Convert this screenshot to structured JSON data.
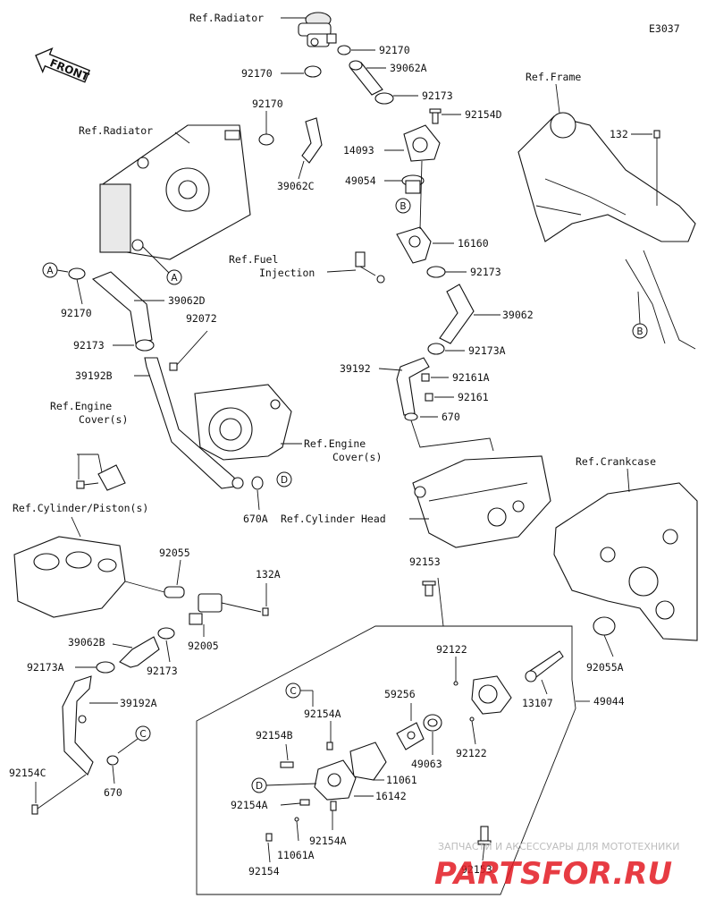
{
  "diagram_code": "E3037",
  "front_label": "FRONT",
  "labels": {
    "ref_radiator_top": "Ref.Radiator",
    "ref_radiator_left": "Ref.Radiator",
    "ref_frame": "Ref.Frame",
    "ref_fuel_injection_1": "Ref.Fuel",
    "ref_fuel_injection_2": "Injection",
    "ref_engine_cover_left_1": "Ref.Engine",
    "ref_engine_cover_left_2": "Cover(s)",
    "ref_engine_cover_right_1": "Ref.Engine",
    "ref_engine_cover_right_2": "Cover(s)",
    "ref_cylinder_piston": "Ref.Cylinder/Piston(s)",
    "ref_cylinder_head": "Ref.Cylinder Head",
    "ref_crankcase": "Ref.Crankcase"
  },
  "part_numbers": {
    "p92170_a": "92170",
    "p92170_b": "92170",
    "p92170_c": "92170",
    "p92170_d": "92170",
    "p39062A": "39062A",
    "p92173_a": "92173",
    "p92154D": "92154D",
    "p14093": "14093",
    "p39062C": "39062C",
    "p132": "132",
    "p49054": "49054",
    "p16160": "16160",
    "p92173_b": "92173",
    "p39062D": "39062D",
    "p92072": "92072",
    "p39062": "39062",
    "p92173_c": "92173",
    "p92173A_a": "92173A",
    "p39192B": "39192B",
    "p39192": "39192",
    "p92161A": "92161A",
    "p92161": "92161",
    "p670_a": "670",
    "p670A": "670A",
    "p92055": "92055",
    "p132A": "132A",
    "p92153_a": "92153",
    "p39062B": "39062B",
    "p92005": "92005",
    "p92122_a": "92122",
    "p92055A": "92055A",
    "p92173A_b": "92173A",
    "p92173_d": "92173",
    "p39192A": "39192A",
    "p13107": "13107",
    "p49044": "49044",
    "p92154A_a": "92154A",
    "p59256": "59256",
    "p92154B": "92154B",
    "p49063": "49063",
    "p92122_b": "92122",
    "p11061": "11061",
    "p92154C": "92154C",
    "p670_b": "670",
    "p16142": "16142",
    "p92154A_b": "92154A",
    "p92154A_c": "92154A",
    "p11061A": "11061A",
    "p92154": "92154",
    "p92153_b": "92153"
  },
  "callouts": {
    "a1": "A",
    "a2": "A",
    "b1": "B",
    "b2": "B",
    "c1": "C",
    "c2": "C",
    "d1": "D",
    "d2": "D"
  },
  "watermark": {
    "line1": "ЗАПЧАСТИ И АКСЕССУАРЫ ДЛЯ МОТОТЕХНИКИ",
    "line2": "PARTSFOR.RU"
  }
}
